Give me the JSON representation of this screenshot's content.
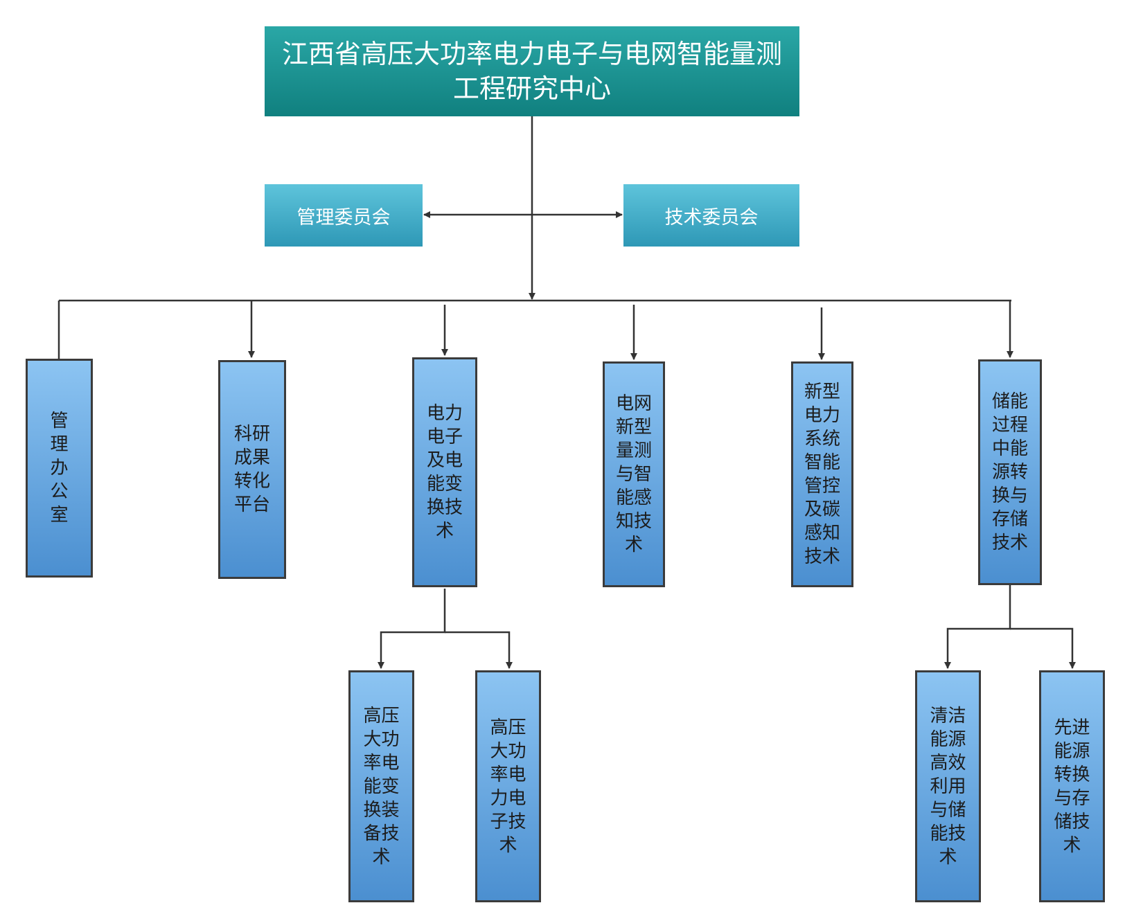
{
  "title": "江西省高压大功率电力电子与电网智能量测工程研究中心",
  "committees": {
    "left": "管理委员会",
    "right": "技术委员会"
  },
  "departments": [
    "管理办公室",
    "科研成果转化平台",
    "电力电子及电能变换技术",
    "电网新型量测与智能感知技术",
    "新型电力系统智能管控及碳感知技术",
    "储能过程中能源转换与存储技术"
  ],
  "sub_departments": {
    "power_electronics": [
      "高压大功率电能变换装备技术",
      "高压大功率电力电子技术"
    ],
    "energy_storage": [
      "清洁能源高效利用与储能技术",
      "先进能源转换与存储技术"
    ]
  },
  "colors": {
    "title_fill": "#1a9594",
    "committee_fill": "#45b0cb",
    "dept_fill": "#6aa8e2",
    "line": "#333333"
  }
}
